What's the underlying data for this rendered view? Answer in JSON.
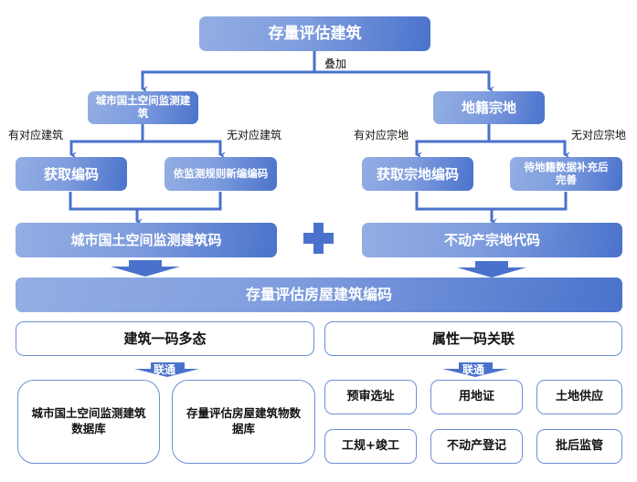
{
  "diagram": {
    "top": {
      "title": "存量评估建筑",
      "overlay_label": "叠加"
    },
    "left_branch": {
      "source": "城市国土空间监测建筑",
      "yes_label": "有对应建筑",
      "no_label": "无对应建筑",
      "yes_box": "获取编码",
      "no_box": "依监测规则新编编码",
      "result": "城市国土空间监测建筑码"
    },
    "right_branch": {
      "source": "地籍宗地",
      "yes_label": "有对应宗地",
      "no_label": "无对应宗地",
      "yes_box": "获取宗地编码",
      "no_box": "待地籍数据补充后完善",
      "result": "不动产宗地代码"
    },
    "plus_symbol": "plus-icon",
    "combined": "存量评估房屋建筑编码",
    "bottom_left": {
      "header": "建筑一码多态",
      "link_label": "联通",
      "items": [
        "城市国土空间监测建筑数据库",
        "存量评估房屋建筑物数据库"
      ]
    },
    "bottom_right": {
      "header": "属性一码关联",
      "link_label": "联通",
      "items": [
        "预审选址",
        "用地证",
        "土地供应",
        "工规+竣工",
        "不动产登记",
        "批后监管"
      ]
    },
    "colors": {
      "accent": "#4a72cc",
      "gradient_light": "#93aee3",
      "gradient_dark": "#4b73cc",
      "outline": "#6b8fd6"
    }
  }
}
